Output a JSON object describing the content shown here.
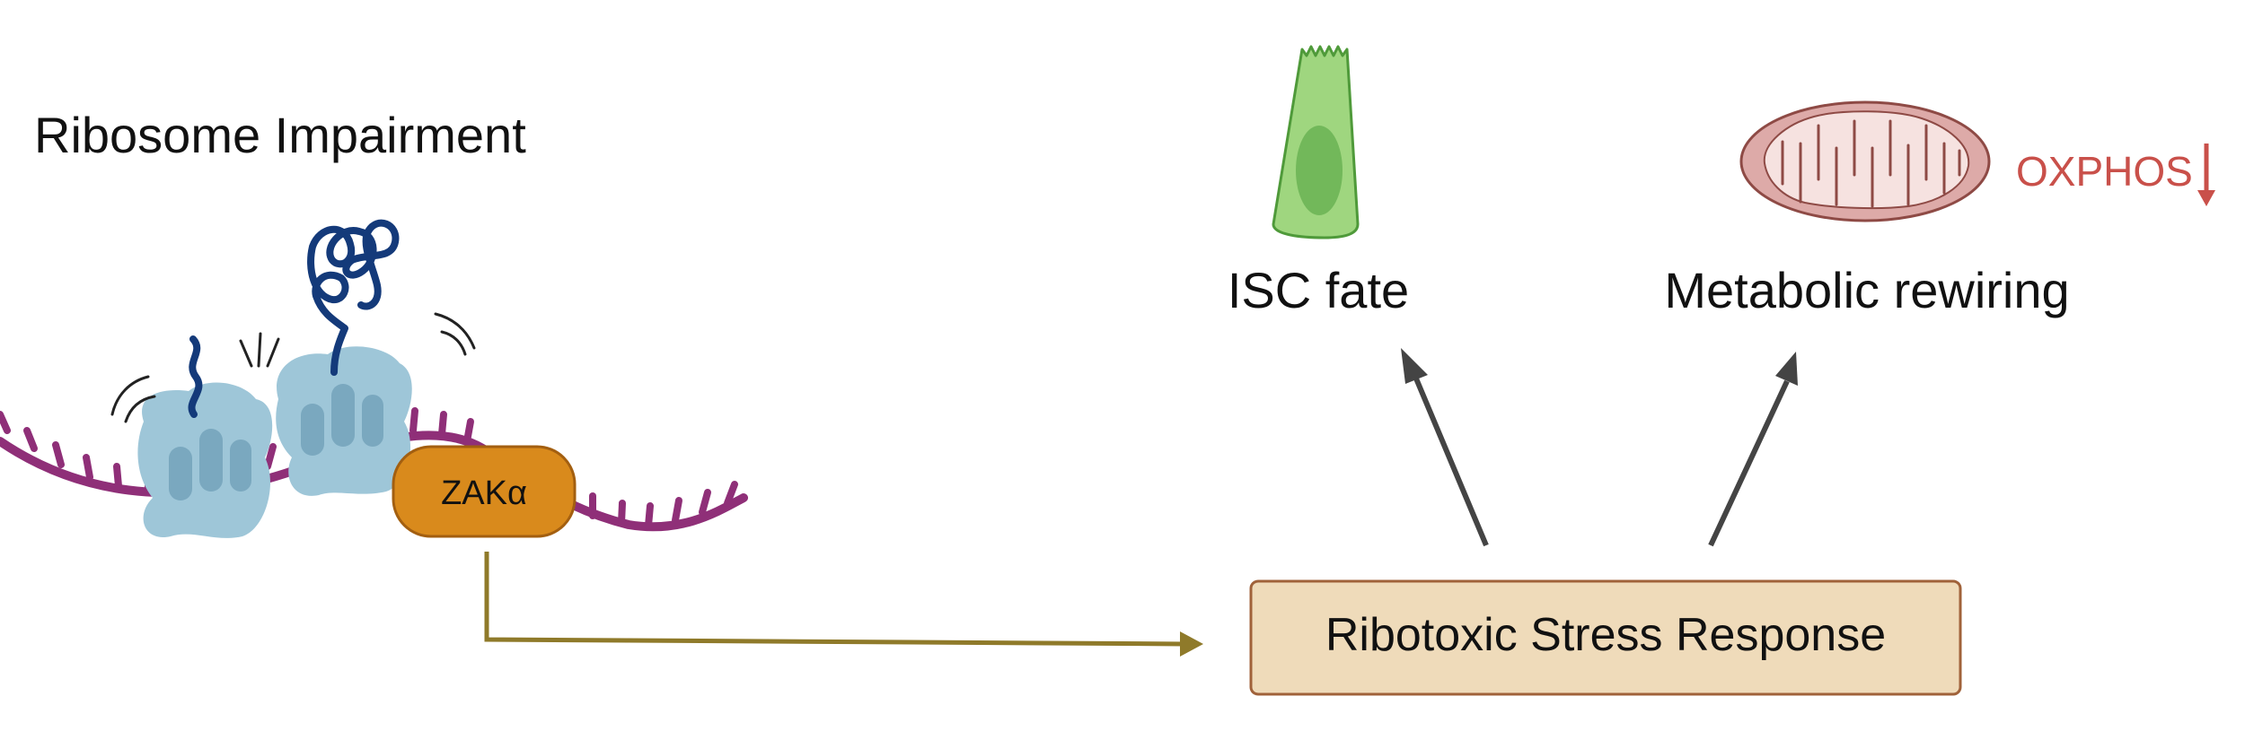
{
  "left_panel": {
    "title": "Ribosome Impairment",
    "kinase_label": "ZAKα"
  },
  "center": {
    "response_label": "Ribotoxic Stress Response"
  },
  "outcomes": {
    "isc_label": "ISC fate",
    "metabolic_label": "Metabolic rewiring",
    "oxphos_label": "OXPHOS"
  },
  "colors": {
    "mrna": "#8f2f78",
    "ribosome": "#9ec6d8",
    "ribosome_dark": "#7aa8bf",
    "peptide": "#143a7a",
    "zak_fill": "#d98a1c",
    "zak_stroke": "#a35f10",
    "connector": "#8f7a2a",
    "response_fill": "#efdbba",
    "response_stroke": "#a0623a",
    "arrow": "#444444",
    "cell_fill": "#9fd67f",
    "cell_stroke": "#4f9a3a",
    "nucleus": "#72b85a",
    "mito_fill": "#ddaaa8",
    "mito_stroke": "#8e4a45",
    "oxphos": "#c9504a"
  },
  "icons": [
    "ribosome-icon",
    "mrna-strand-icon",
    "peptide-chain-icon",
    "stem-cell-icon",
    "mitochondrion-icon",
    "down-arrow-icon"
  ]
}
